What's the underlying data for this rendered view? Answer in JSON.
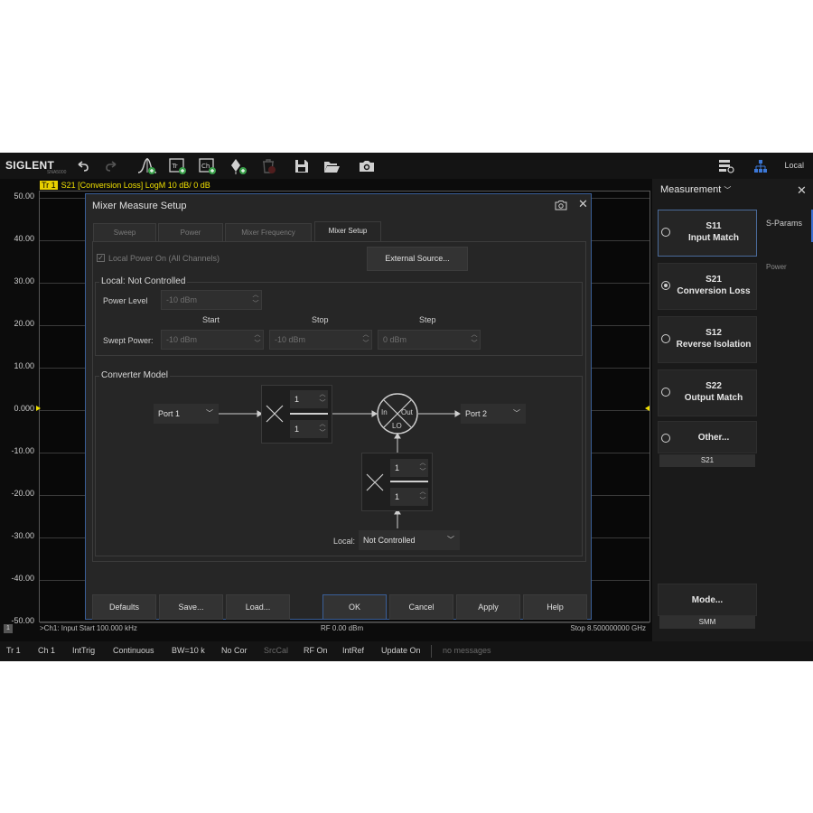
{
  "toolbar": {
    "logo": "SIGLENT",
    "logo_sub": "SNA5000",
    "local_label": "Local"
  },
  "trace_header": {
    "badge": "Tr 1",
    "text": "S21 [Conversion Loss]  LogM  10 dB/  0 dB"
  },
  "plot": {
    "y_labels": [
      "50.00",
      "40.00",
      "30.00",
      "20.00",
      "10.00",
      "0.000",
      "-10.00",
      "-20.00",
      "-30.00",
      "-40.00",
      "-50.00"
    ],
    "footer_channel": "1",
    "footer_start": ">Ch1: Input Start 100.000 kHz",
    "footer_rf": "RF 0.00 dBm",
    "footer_stop": "Stop 8.500000000 GHz"
  },
  "statusbar": {
    "items": [
      "Tr 1",
      "Ch 1",
      "IntTrig",
      "Continuous",
      "BW=10 k",
      "No Cor",
      "SrcCal",
      "RF On",
      "IntRef",
      "Update On",
      "no messages"
    ]
  },
  "rpanel": {
    "title": "Measurement",
    "measurements": [
      {
        "line1": "S11",
        "line2": "Input Match",
        "selected": false
      },
      {
        "line1": "S21",
        "line2": "Conversion Loss",
        "selected": true
      },
      {
        "line1": "S12",
        "line2": "Reverse Isolation",
        "selected": false
      },
      {
        "line1": "S22",
        "line2": "Output Match",
        "selected": false
      }
    ],
    "other_label": "Other...",
    "other_value": "S21",
    "mode_label": "Mode...",
    "mode_value": "SMM",
    "side_tabs": [
      "S-Params",
      "Power"
    ]
  },
  "dialog": {
    "title": "Mixer Measure Setup",
    "tabs": [
      "Sweep",
      "Power",
      "Mixer Frequency",
      "Mixer Setup"
    ],
    "local_power_on": "Local Power On (All Channels)",
    "external_source": "External Source...",
    "local_group_title": "Local: Not Controlled",
    "power_level_label": "Power Level",
    "power_level_value": "-10 dBm",
    "col_start": "Start",
    "col_stop": "Stop",
    "col_step": "Step",
    "swept_power_label": "Swept Power:",
    "swept_start": "-10 dBm",
    "swept_stop": "-10 dBm",
    "swept_step": "0 dBm",
    "converter_title": "Converter Model",
    "input_port": "Port 1",
    "output_port": "Port 2",
    "in_mult_num": "1",
    "in_mult_den": "1",
    "lo_mult_num": "1",
    "lo_mult_den": "1",
    "mixer_in": "In",
    "mixer_out": "Out",
    "mixer_lo": "LO",
    "local_label": "Local:",
    "local_value": "Not Controlled",
    "buttons": {
      "defaults": "Defaults",
      "save": "Save...",
      "load": "Load...",
      "ok": "OK",
      "cancel": "Cancel",
      "apply": "Apply",
      "help": "Help"
    }
  }
}
